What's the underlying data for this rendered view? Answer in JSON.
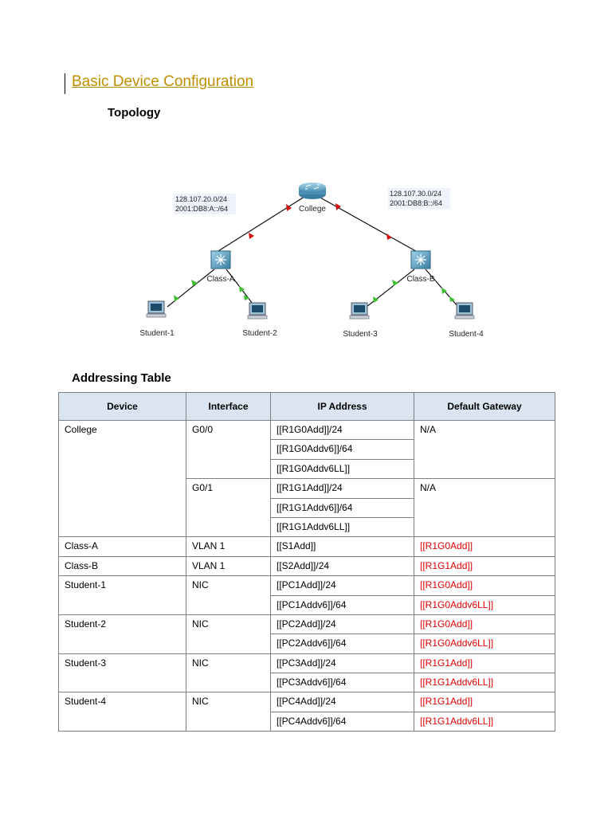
{
  "heading": "Basic Device Configuration",
  "topology_title": "Topology",
  "topology": {
    "router": "College",
    "switch_a": "Class-A",
    "switch_b": "Class-B",
    "pcs": [
      "Student-1",
      "Student-2",
      "Student-3",
      "Student-4"
    ],
    "net_a": [
      "128.107.20.0/24",
      "2001:DB8:A::/64"
    ],
    "net_b": [
      "128.107.30.0/24",
      "2001:DB8:B::/64"
    ]
  },
  "table_title": "Addressing Table",
  "table": {
    "headers": [
      "Device",
      "Interface",
      "IP Address",
      "Default Gateway"
    ],
    "college": {
      "device": "College",
      "g00": {
        "iface": "G0/0",
        "ips": [
          "[[R1G0Add]]/24",
          "[[R1G0Addv6]]/64",
          "[[R1G0Addv6LL]]"
        ],
        "gw": "N/A"
      },
      "g01": {
        "iface": "G0/1",
        "ips": [
          "[[R1G1Add]]/24",
          "[[R1G1Addv6]]/64",
          "[[R1G1Addv6LL]]"
        ],
        "gw": "N/A"
      }
    },
    "class_a": {
      "device": "Class-A",
      "iface": "VLAN 1",
      "ip": "[[S1Add]]",
      "gw": "[[R1G0Add]]"
    },
    "class_b": {
      "device": "Class-B",
      "iface": "VLAN 1",
      "ip": "[[S2Add]]/24",
      "gw": "[[R1G1Add]]"
    },
    "students": [
      {
        "device": "Student-1",
        "iface": "NIC",
        "ip4": "[[PC1Add]]/24",
        "ip6": "[[PC1Addv6]]/64",
        "gw4": "[[R1G0Add]]",
        "gw6": "[[R1G0Addv6LL]]"
      },
      {
        "device": "Student-2",
        "iface": "NIC",
        "ip4": "[[PC2Add]]/24",
        "ip6": "[[PC2Addv6]]/64",
        "gw4": "[[R1G0Add]]",
        "gw6": "[[R1G0Addv6LL]]"
      },
      {
        "device": "Student-3",
        "iface": "NIC",
        "ip4": "[[PC3Add]]/24",
        "ip6": "[[PC3Addv6]]/64",
        "gw4": "[[R1G1Add]]",
        "gw6": "[[R1G1Addv6LL]]"
      },
      {
        "device": "Student-4",
        "iface": "NIC",
        "ip4": "[[PC4Add]]/24",
        "ip6": "[[PC4Addv6]]/64",
        "gw4": "[[R1G1Add]]",
        "gw6": "[[R1G1Addv6LL]]"
      }
    ]
  },
  "colors": {
    "heading": "#bf8f00",
    "header_fill": "#dbe5f1",
    "gateway_red": "#e00000"
  }
}
